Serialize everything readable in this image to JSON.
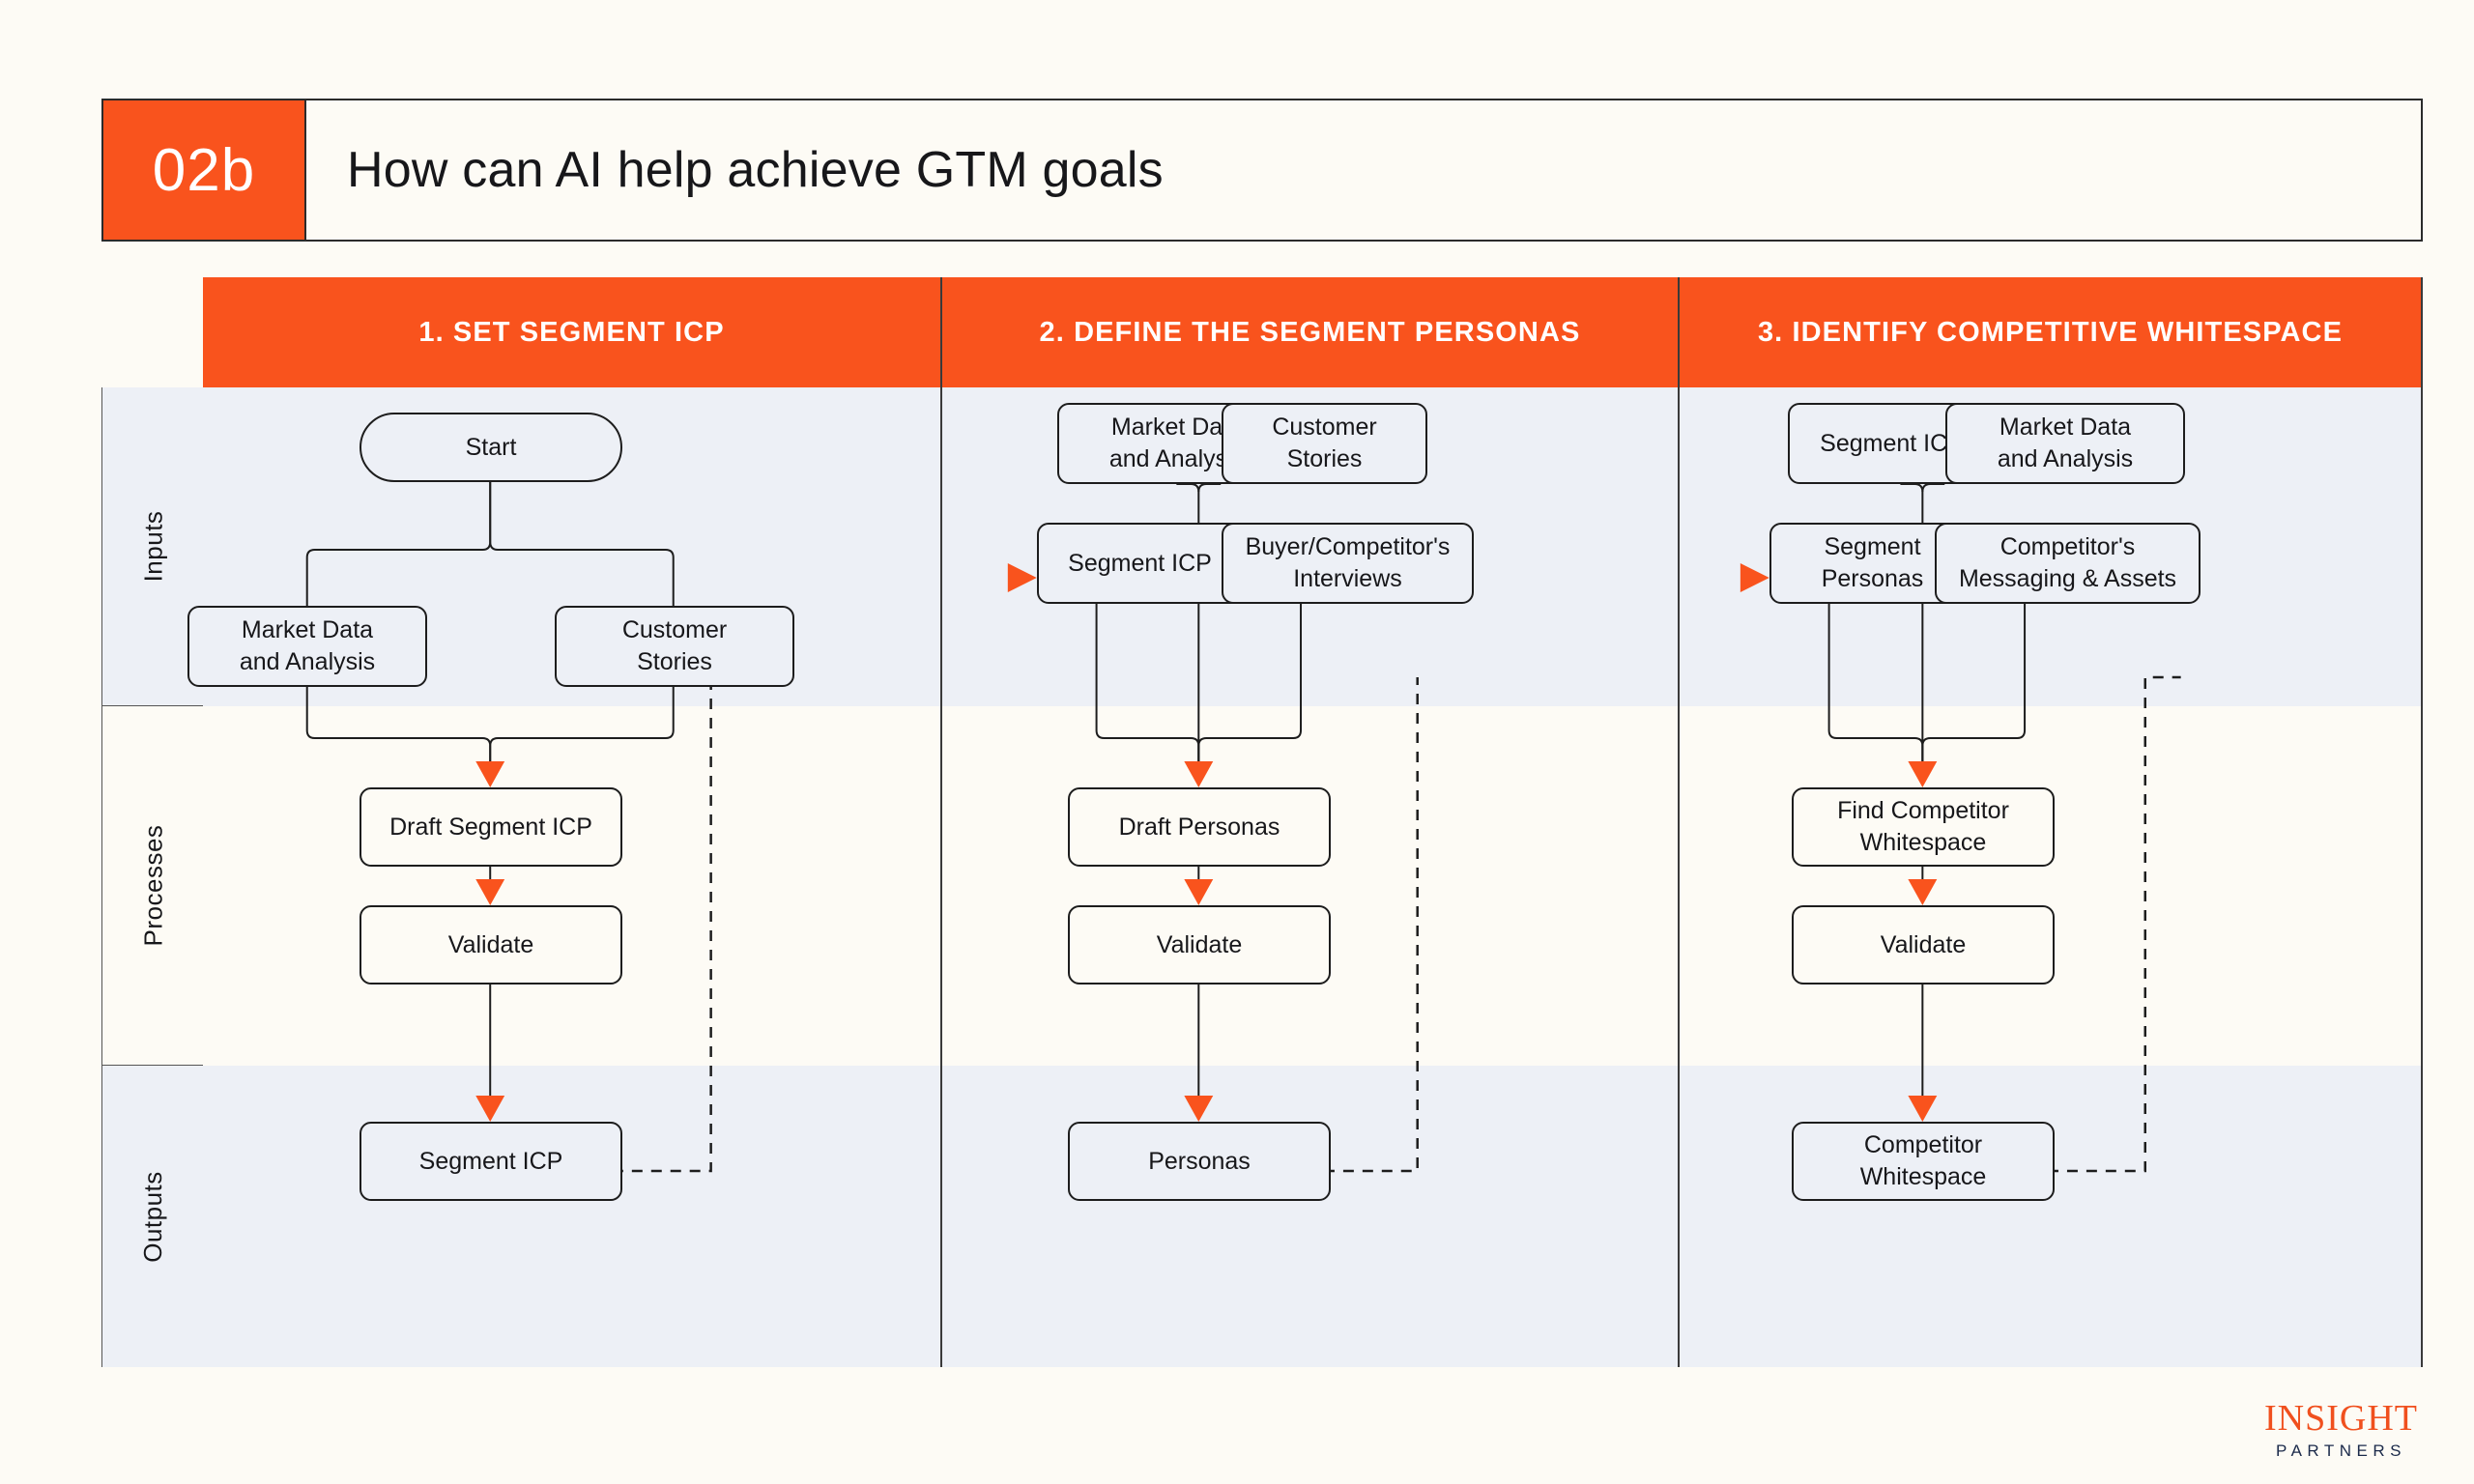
{
  "header": {
    "badge": "02b",
    "title": "How can AI help achieve GTM goals"
  },
  "row_labels": [
    "Inputs",
    "Processes",
    "Outputs"
  ],
  "lanes": [
    {
      "title": "1. SET SEGMENT ICP",
      "inputs": [
        "Start",
        "Market Data\nand Analysis",
        "Customer\nStories"
      ],
      "processes": [
        "Draft Segment ICP",
        "Validate"
      ],
      "outputs": [
        "Segment ICP"
      ]
    },
    {
      "title": "2. DEFINE THE SEGMENT PERSONAS",
      "inputs": [
        "Market Data\nand Analysis",
        "Customer\nStories",
        "Segment ICP",
        "Buyer/Competitor's\nInterviews"
      ],
      "processes": [
        "Draft Personas",
        "Validate"
      ],
      "outputs": [
        "Personas"
      ]
    },
    {
      "title": "3. IDENTIFY COMPETITIVE WHITESPACE",
      "inputs": [
        "Segment ICP",
        "Market Data\nand Analysis",
        "Segment\nPersonas",
        "Competitor's\nMessaging & Assets"
      ],
      "processes": [
        "Find Competitor\nWhitespace",
        "Validate"
      ],
      "outputs": [
        "Competitor\nWhitespace"
      ]
    }
  ],
  "logo": {
    "top": "INSIGHT",
    "bottom": "PARTNERS"
  },
  "colors": {
    "accent": "#F9531D",
    "background": "#FDFBF5",
    "band": "#EDF0F6",
    "stroke": "#1d1d1d",
    "logo_orange": "#F0501E",
    "logo_navy": "#1B2A4A"
  }
}
